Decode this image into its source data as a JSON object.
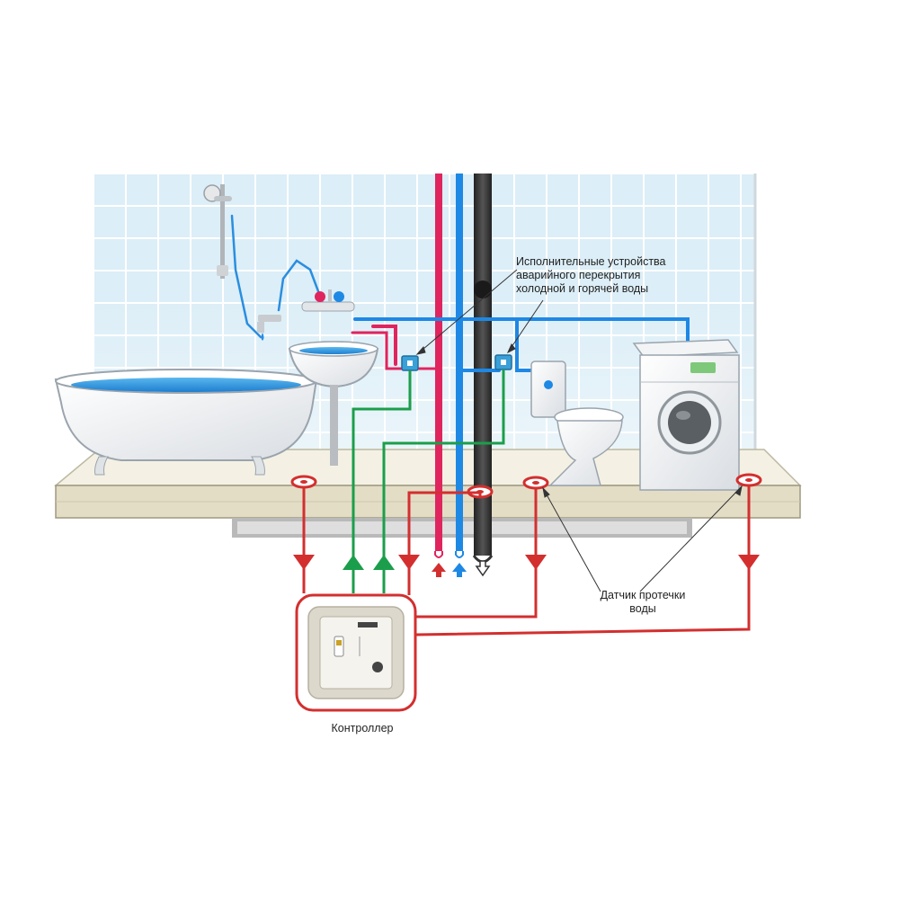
{
  "labels": {
    "actuators": "Исполнительные устройства\nаварийного перекрытия\nхолодной и горячей воды",
    "sensor": "Датчик протечки\nводы",
    "controller": "Контроллер"
  },
  "colors": {
    "hot": "#e0245e",
    "cold": "#1e88e5",
    "signal_red": "#d32f2f",
    "control_green": "#1b9e4b",
    "tile_bg": "#dbeef7",
    "tile_line": "#ffffff",
    "floor": "#e9e4cf",
    "drain": "#333333",
    "water": "#3fa0e0"
  },
  "icons": [
    "shower-icon",
    "bathtub-icon",
    "sink-icon",
    "toilet-icon",
    "washing-machine-icon",
    "valve-icon",
    "leak-sensor-icon",
    "controller-icon",
    "arrow-up-icon",
    "arrow-down-icon"
  ]
}
